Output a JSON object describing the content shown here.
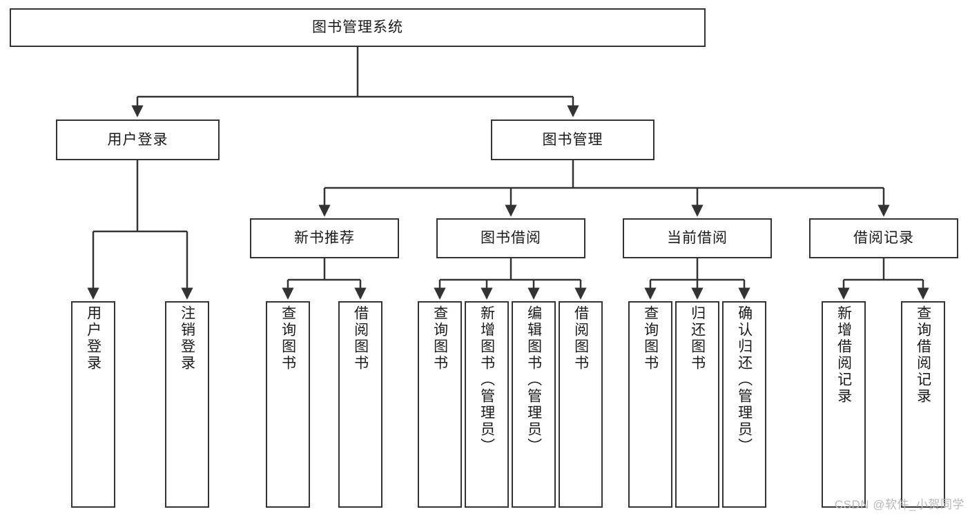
{
  "diagram": {
    "title": "图书管理系统",
    "type": "hierarchy-tree",
    "orientation": "top-down",
    "root": {
      "label": "图书管理系统"
    },
    "level2": [
      {
        "label": "用户登录"
      },
      {
        "label": "图书管理"
      }
    ],
    "level3": [
      {
        "label": "新书推荐"
      },
      {
        "label": "图书借阅"
      },
      {
        "label": "当前借阅"
      },
      {
        "label": "借阅记录"
      }
    ],
    "leaves": {
      "user_login": [
        {
          "label": "用户登录"
        },
        {
          "label": "注销登录"
        }
      ],
      "new_book_recommend": [
        {
          "label": "查询图书"
        },
        {
          "label": "借阅图书"
        }
      ],
      "book_borrow": [
        {
          "label": "查询图书"
        },
        {
          "label": "新增图书（管理员）"
        },
        {
          "label": "编辑图书（管理员）"
        },
        {
          "label": "借阅图书"
        }
      ],
      "current_borrow": [
        {
          "label": "查询图书"
        },
        {
          "label": "归还图书"
        },
        {
          "label": "确认归还（管理员）"
        }
      ],
      "borrow_record": [
        {
          "label": "新增借阅记录"
        },
        {
          "label": "查询借阅记录"
        }
      ]
    }
  },
  "watermark": {
    "text": "CSDN @软件_小贺同学"
  },
  "colors": {
    "stroke": "#333333",
    "fill": "#ffffff",
    "text": "#1a1a1a",
    "watermark": "#b9b9b9"
  }
}
